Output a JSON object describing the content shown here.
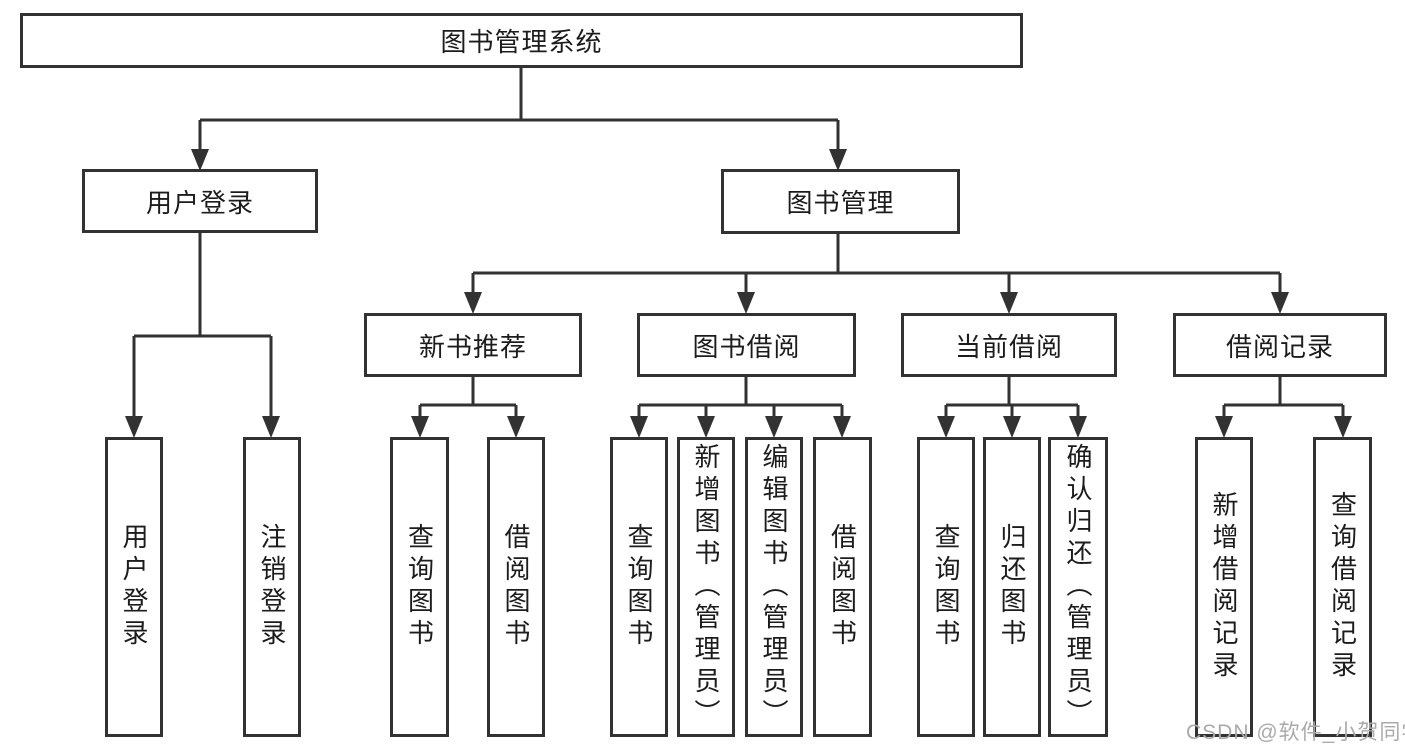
{
  "tree": {
    "root": "图书管理系统",
    "branches": [
      {
        "label": "用户登录",
        "children": [
          "用户登录",
          "注销登录"
        ]
      },
      {
        "label": "图书管理",
        "children": [
          {
            "label": "新书推荐",
            "children": [
              "查询图书",
              "借阅图书"
            ]
          },
          {
            "label": "图书借阅",
            "children": [
              "查询图书",
              "新增图书（管理员）",
              "编辑图书（管理员）",
              "借阅图书"
            ]
          },
          {
            "label": "当前借阅",
            "children": [
              "查询图书",
              "归还图书",
              "确认归还（管理员）"
            ]
          },
          {
            "label": "借阅记录",
            "children": [
              "新增借阅记录",
              "查询借阅记录"
            ]
          }
        ]
      }
    ]
  },
  "watermark": "CSDN @软件_小贺同学",
  "colors": {
    "line": "#323232",
    "text": "#1c1c1c",
    "watermark": "#aaaaaa",
    "background": "#ffffff"
  }
}
